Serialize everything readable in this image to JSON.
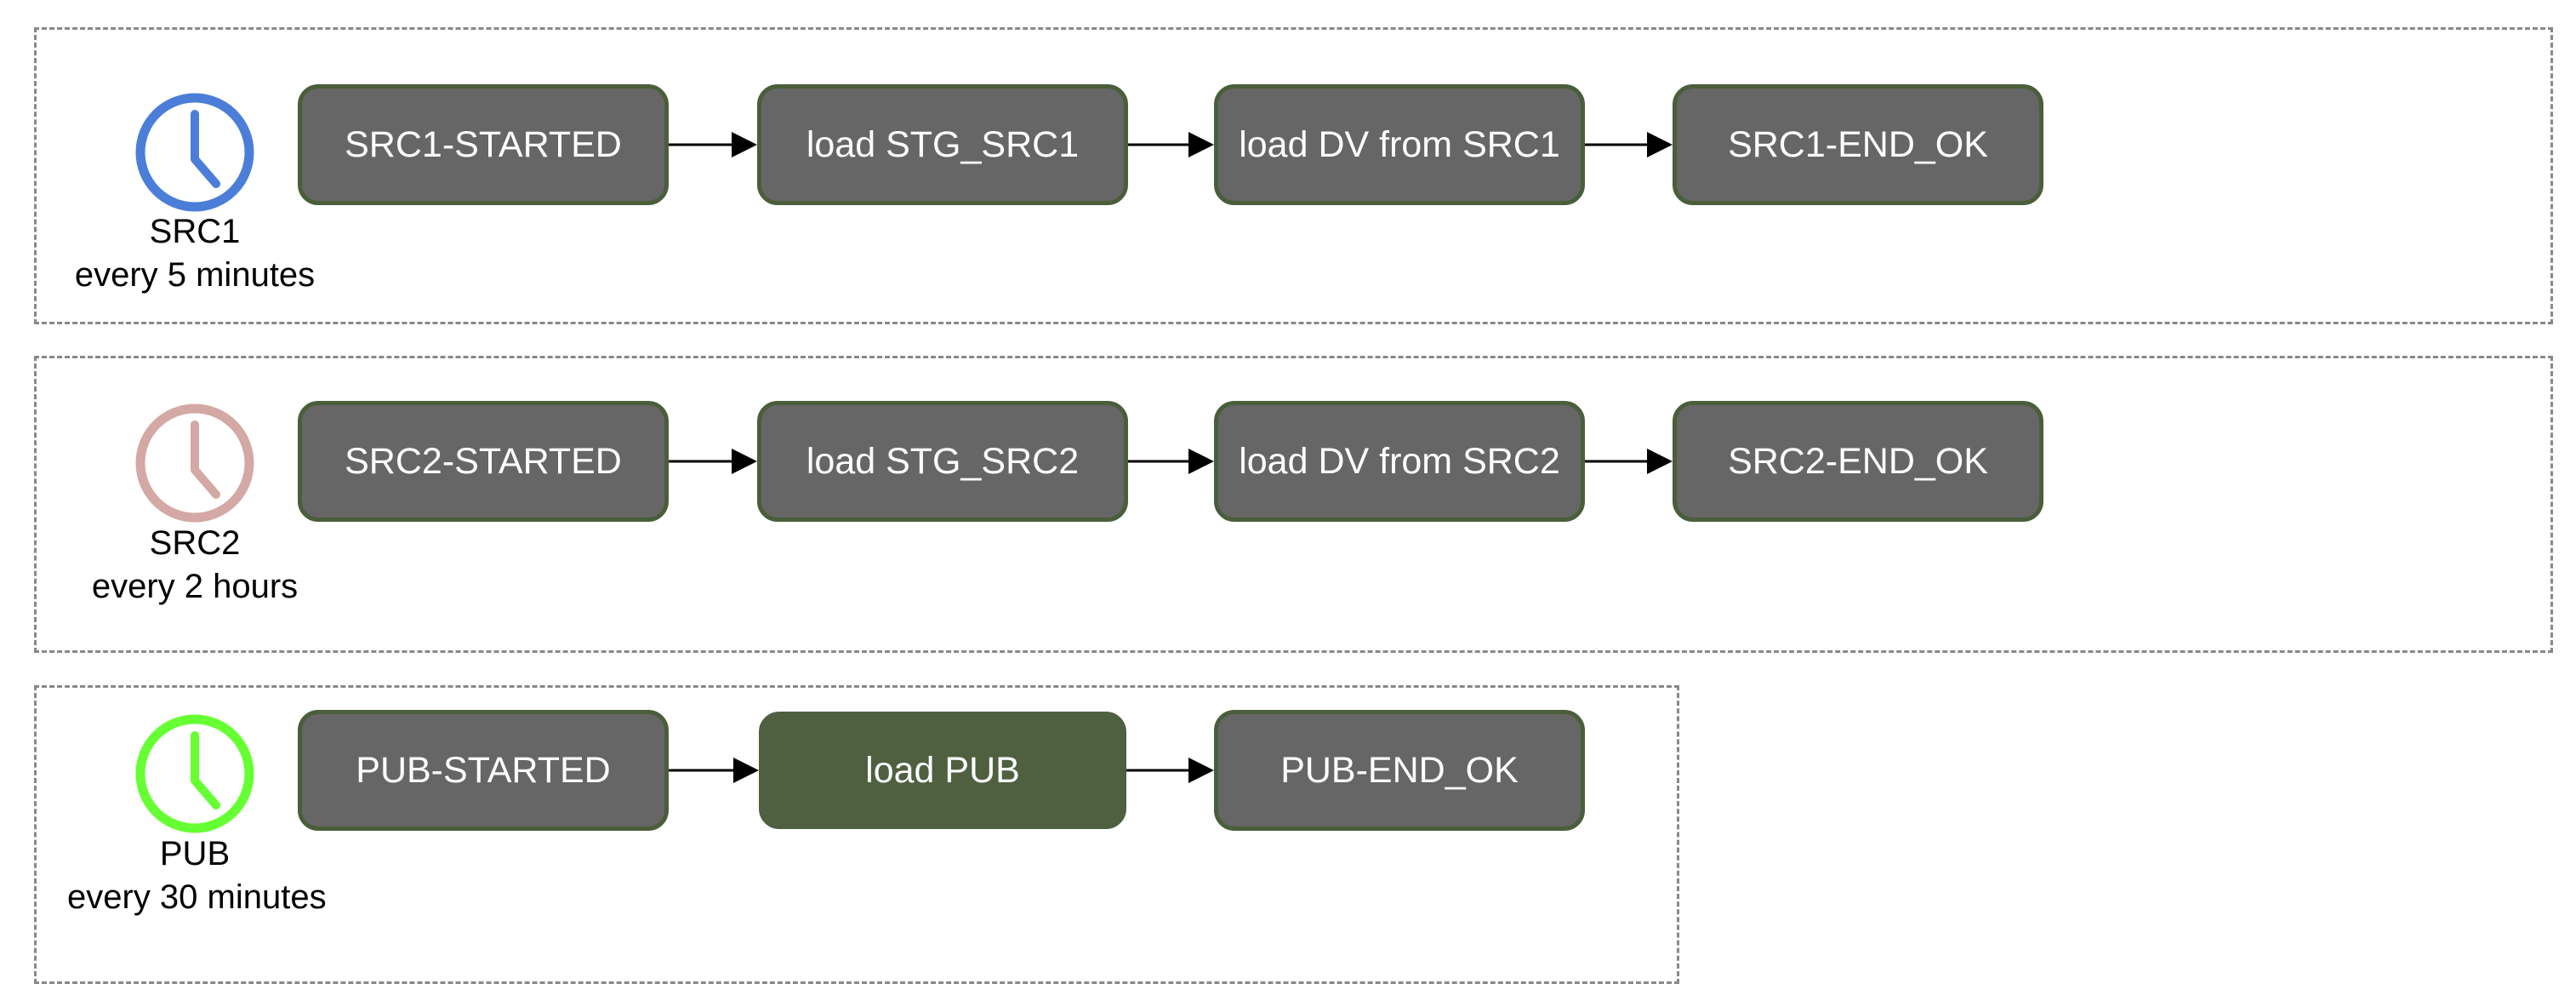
{
  "lanes": [
    {
      "name": "SRC1",
      "schedule": "every 5 minutes",
      "clock_color": "#4a7ed8",
      "nodes": [
        "SRC1-STARTED",
        "load STG_SRC1",
        "load DV from SRC1",
        "SRC1-END_OK"
      ]
    },
    {
      "name": "SRC2",
      "schedule": "every 2 hours",
      "clock_color": "#d4a8a4",
      "nodes": [
        "SRC2-STARTED",
        "load STG_SRC2",
        "load DV from SRC2",
        "SRC2-END_OK"
      ]
    },
    {
      "name": "PUB",
      "schedule": "every 30 minutes",
      "clock_color": "#66ff33",
      "nodes": [
        "PUB-STARTED",
        "load PUB",
        "PUB-END_OK"
      ],
      "active_node": "load PUB"
    }
  ],
  "colors": {
    "node_fill": "#666666",
    "node_border": "#4a5e3a",
    "active_node_fill": "#4e6040",
    "lane_border": "#888888"
  }
}
